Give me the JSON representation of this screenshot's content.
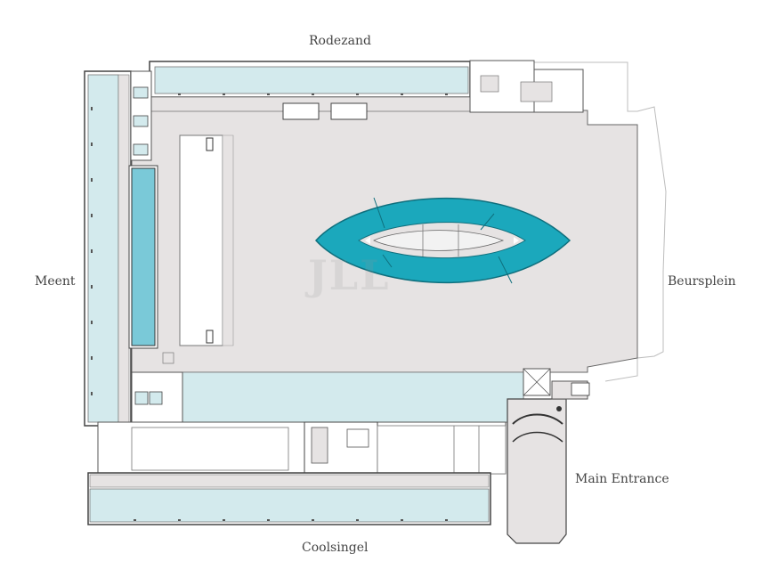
{
  "labels": {
    "north": "Rodezand",
    "west": "Meent",
    "east": "Beursplein",
    "south": "Coolsingel",
    "entrance": "Main Entrance"
  },
  "watermark": "JLL",
  "colors": {
    "office_space": "#d3eaed",
    "highlight_space": "#1ba8bc",
    "highlight_column": "#7ac9d8",
    "common_area": "#e6e3e3",
    "outline": "#555555",
    "label_text": "#444444"
  }
}
